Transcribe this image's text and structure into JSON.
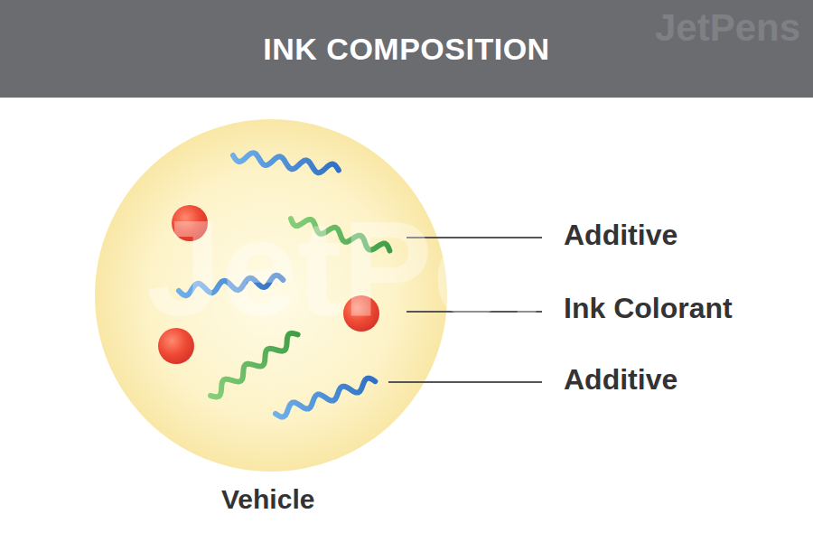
{
  "diagram": {
    "title": "INK COMPOSITION",
    "nodes": [
      {
        "text": [
          "Vehicle"
        ]
      }
    ],
    "labels": [
      "JetPens",
      "JetPens",
      "Additive",
      "Ink Colorant",
      "Additive"
    ]
  }
}
